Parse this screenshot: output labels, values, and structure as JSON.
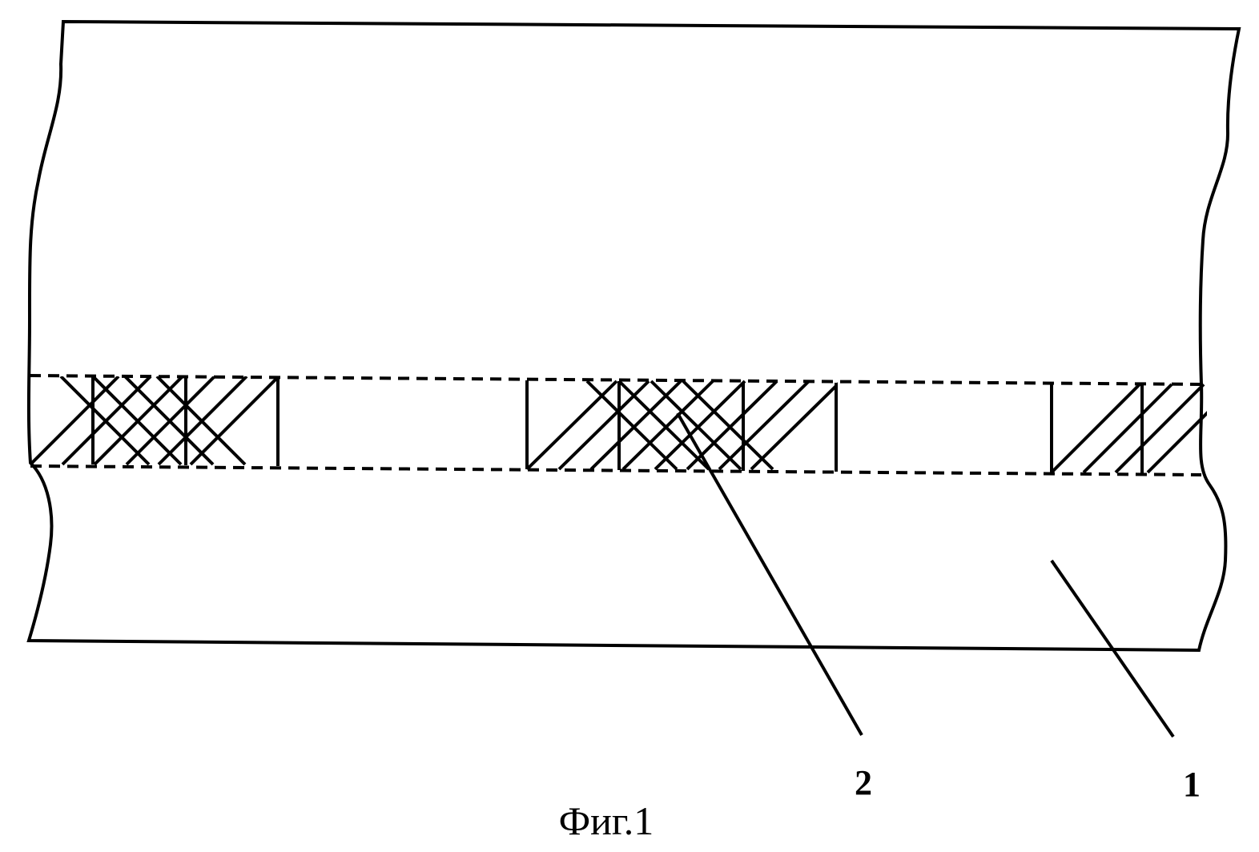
{
  "figure": {
    "caption": "Фиг.1",
    "labels": {
      "part_1": "1",
      "part_2": "2"
    },
    "colors": {
      "line": "#000000",
      "background": "#ffffff"
    }
  }
}
